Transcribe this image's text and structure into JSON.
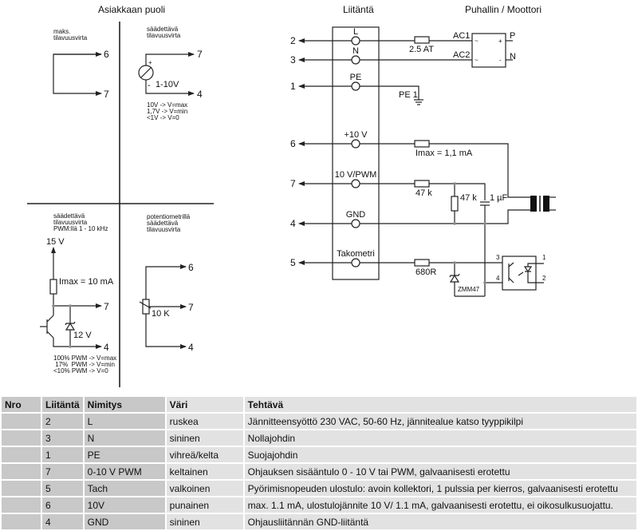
{
  "headings": {
    "customer_side": "Asiakkaan puoli",
    "connection": "Liitäntä",
    "fan_motor": "Puhallin / Moottori"
  },
  "customer_circuits": {
    "max_flow": {
      "label_line1": "maks.",
      "label_line2": "tilavuusvirta",
      "pin_top": "6",
      "pin_bottom": "7"
    },
    "adjustable_voltage": {
      "label_line1": "säädettävä",
      "label_line2": "tilavuusvirta",
      "plus": "+",
      "minus": "-",
      "voltage": "1-10V",
      "pin_top": "7",
      "pin_bottom": "4",
      "notes": [
        "10V -> V=max",
        "1,7V -> V=min",
        "<1V -> V=0"
      ]
    },
    "adjustable_pwm": {
      "label_line1": "säädettävä",
      "label_line2": "tilavuusvirta",
      "label_line3": "PWM:llä 1 - 10 kHz",
      "supply": "15 V",
      "imax": "Imax = 10 mA",
      "zener": "12 V",
      "pin_top": "7",
      "pin_bottom": "4",
      "notes": [
        "100% PWM -> V=max",
        " 17%  PWM -> V=min",
        "<10% PWM -> V=0"
      ]
    },
    "potentiometer": {
      "label_line1": "potentiometrillä",
      "label_line2": "säädettävä",
      "label_line3": "tilavuusvirta",
      "pot_value": "10 K",
      "pin_top": "6",
      "pin_mid": "7",
      "pin_bottom": "4"
    }
  },
  "terminals": [
    {
      "pin": "2",
      "label": "L"
    },
    {
      "pin": "3",
      "label": "N"
    },
    {
      "pin": "1",
      "label": "PE"
    },
    {
      "pin": "6",
      "label": "+10 V"
    },
    {
      "pin": "7",
      "label": "10 V/PWM"
    },
    {
      "pin": "4",
      "label": "GND"
    },
    {
      "pin": "5",
      "label": "Takometri"
    }
  ],
  "components": {
    "fuse": "2.5 AT",
    "pe_label": "PE 1",
    "ac1": "AC1",
    "ac2": "AC2",
    "motor_p": "P",
    "motor_n": "N",
    "motor_tilde1": "~",
    "motor_tilde2": "~",
    "motor_plus": "+",
    "motor_minus": "-",
    "imax": "Imax = 1,1 mA",
    "r_series": "47 k",
    "r_shunt": "47 k",
    "cap": "1 µF",
    "r_tach": "680R",
    "zener": "ZMM47",
    "opto_pins": [
      "3",
      "4",
      "1",
      "2"
    ]
  },
  "table": {
    "headers": [
      "Nro",
      "Liitäntä",
      "Nimitys",
      "Väri",
      "Tehtävä"
    ],
    "rows": [
      [
        "",
        "2",
        "L",
        "ruskea",
        "Jännitteensyöttö 230 VAC, 50-60 Hz, jännitealue katso tyyppikilpi"
      ],
      [
        "",
        "3",
        "N",
        "sininen",
        "Nollajohdin"
      ],
      [
        "",
        "1",
        "PE",
        "vihreä/kelta",
        "Suojajohdin"
      ],
      [
        "",
        "7",
        "0-10 V PWM",
        "keltainen",
        "Ohjauksen sisääntulo 0 - 10 V tai PWM, galvaanisesti erotettu"
      ],
      [
        "",
        "5",
        "Tach",
        "valkoinen",
        "Pyörimisnopeuden ulostulo: avoin kollektori, 1 pulssia per kierros, galvaanisesti erotettu"
      ],
      [
        "",
        "6",
        "10V",
        "punainen",
        "max. 1.1 mA, ulostulojännite 10 V/ 1.1 mA, galvaanisesti erotettu, ei oikosulkusuojattu."
      ],
      [
        "",
        "4",
        "GND",
        "sininen",
        "Ohjausliitännän GND-liitäntä"
      ]
    ]
  }
}
